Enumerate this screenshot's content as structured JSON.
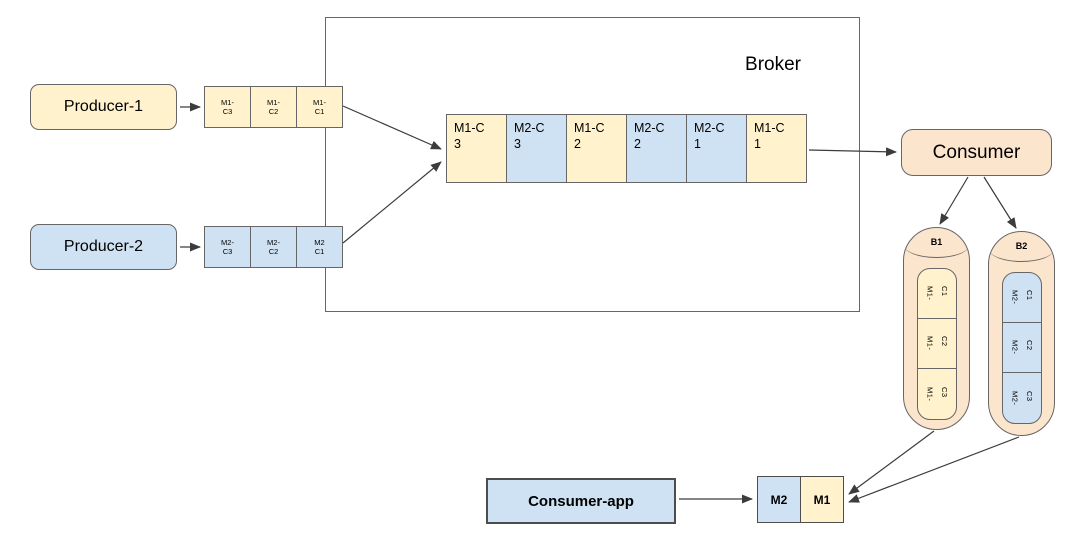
{
  "colors": {
    "yellow": "#fff2cc",
    "blue": "#cfe2f3",
    "peach": "#fce5cd",
    "border": "#666666",
    "arrow": "#3c3c3c"
  },
  "nodes": {
    "producer1": {
      "label": "Producer-1",
      "color": "yellow"
    },
    "producer2": {
      "label": "Producer-2",
      "color": "blue"
    },
    "broker": {
      "label": "Broker"
    },
    "consumer": {
      "label": "Consumer",
      "color": "peach"
    },
    "consumer_app": {
      "label": "Consumer-app",
      "color": "blue"
    }
  },
  "producer1_queue": {
    "cells": [
      {
        "label": "M1-\nC3",
        "color": "yellow"
      },
      {
        "label": "M1-\nC2",
        "color": "yellow"
      },
      {
        "label": "M1-\nC1",
        "color": "yellow"
      }
    ]
  },
  "producer2_queue": {
    "cells": [
      {
        "label": "M2-\nC3",
        "color": "blue"
      },
      {
        "label": "M2-\nC2",
        "color": "blue"
      },
      {
        "label": "M2\nC1",
        "color": "blue"
      }
    ]
  },
  "broker_queue": {
    "cells": [
      {
        "label": "M1-C\n3",
        "color": "yellow"
      },
      {
        "label": "M2-C\n3",
        "color": "blue"
      },
      {
        "label": "M1-C\n2",
        "color": "yellow"
      },
      {
        "label": "M2-C\n2",
        "color": "blue"
      },
      {
        "label": "M2-C\n1",
        "color": "blue"
      },
      {
        "label": "M1-C\n1",
        "color": "yellow"
      }
    ]
  },
  "partitions": {
    "b1": {
      "label": "B1",
      "color": "peach",
      "cell_color": "yellow",
      "cells": [
        "M1-\nC1",
        "M1-\nC2",
        "M1-\nC3"
      ]
    },
    "b2": {
      "label": "B2",
      "color": "peach",
      "cell_color": "blue",
      "cells": [
        "M2-\nC1",
        "M2-\nC2",
        "M2-\nC3"
      ]
    }
  },
  "output_queue": {
    "cells": [
      {
        "label": "M2",
        "color": "blue"
      },
      {
        "label": "M1",
        "color": "yellow"
      }
    ]
  }
}
